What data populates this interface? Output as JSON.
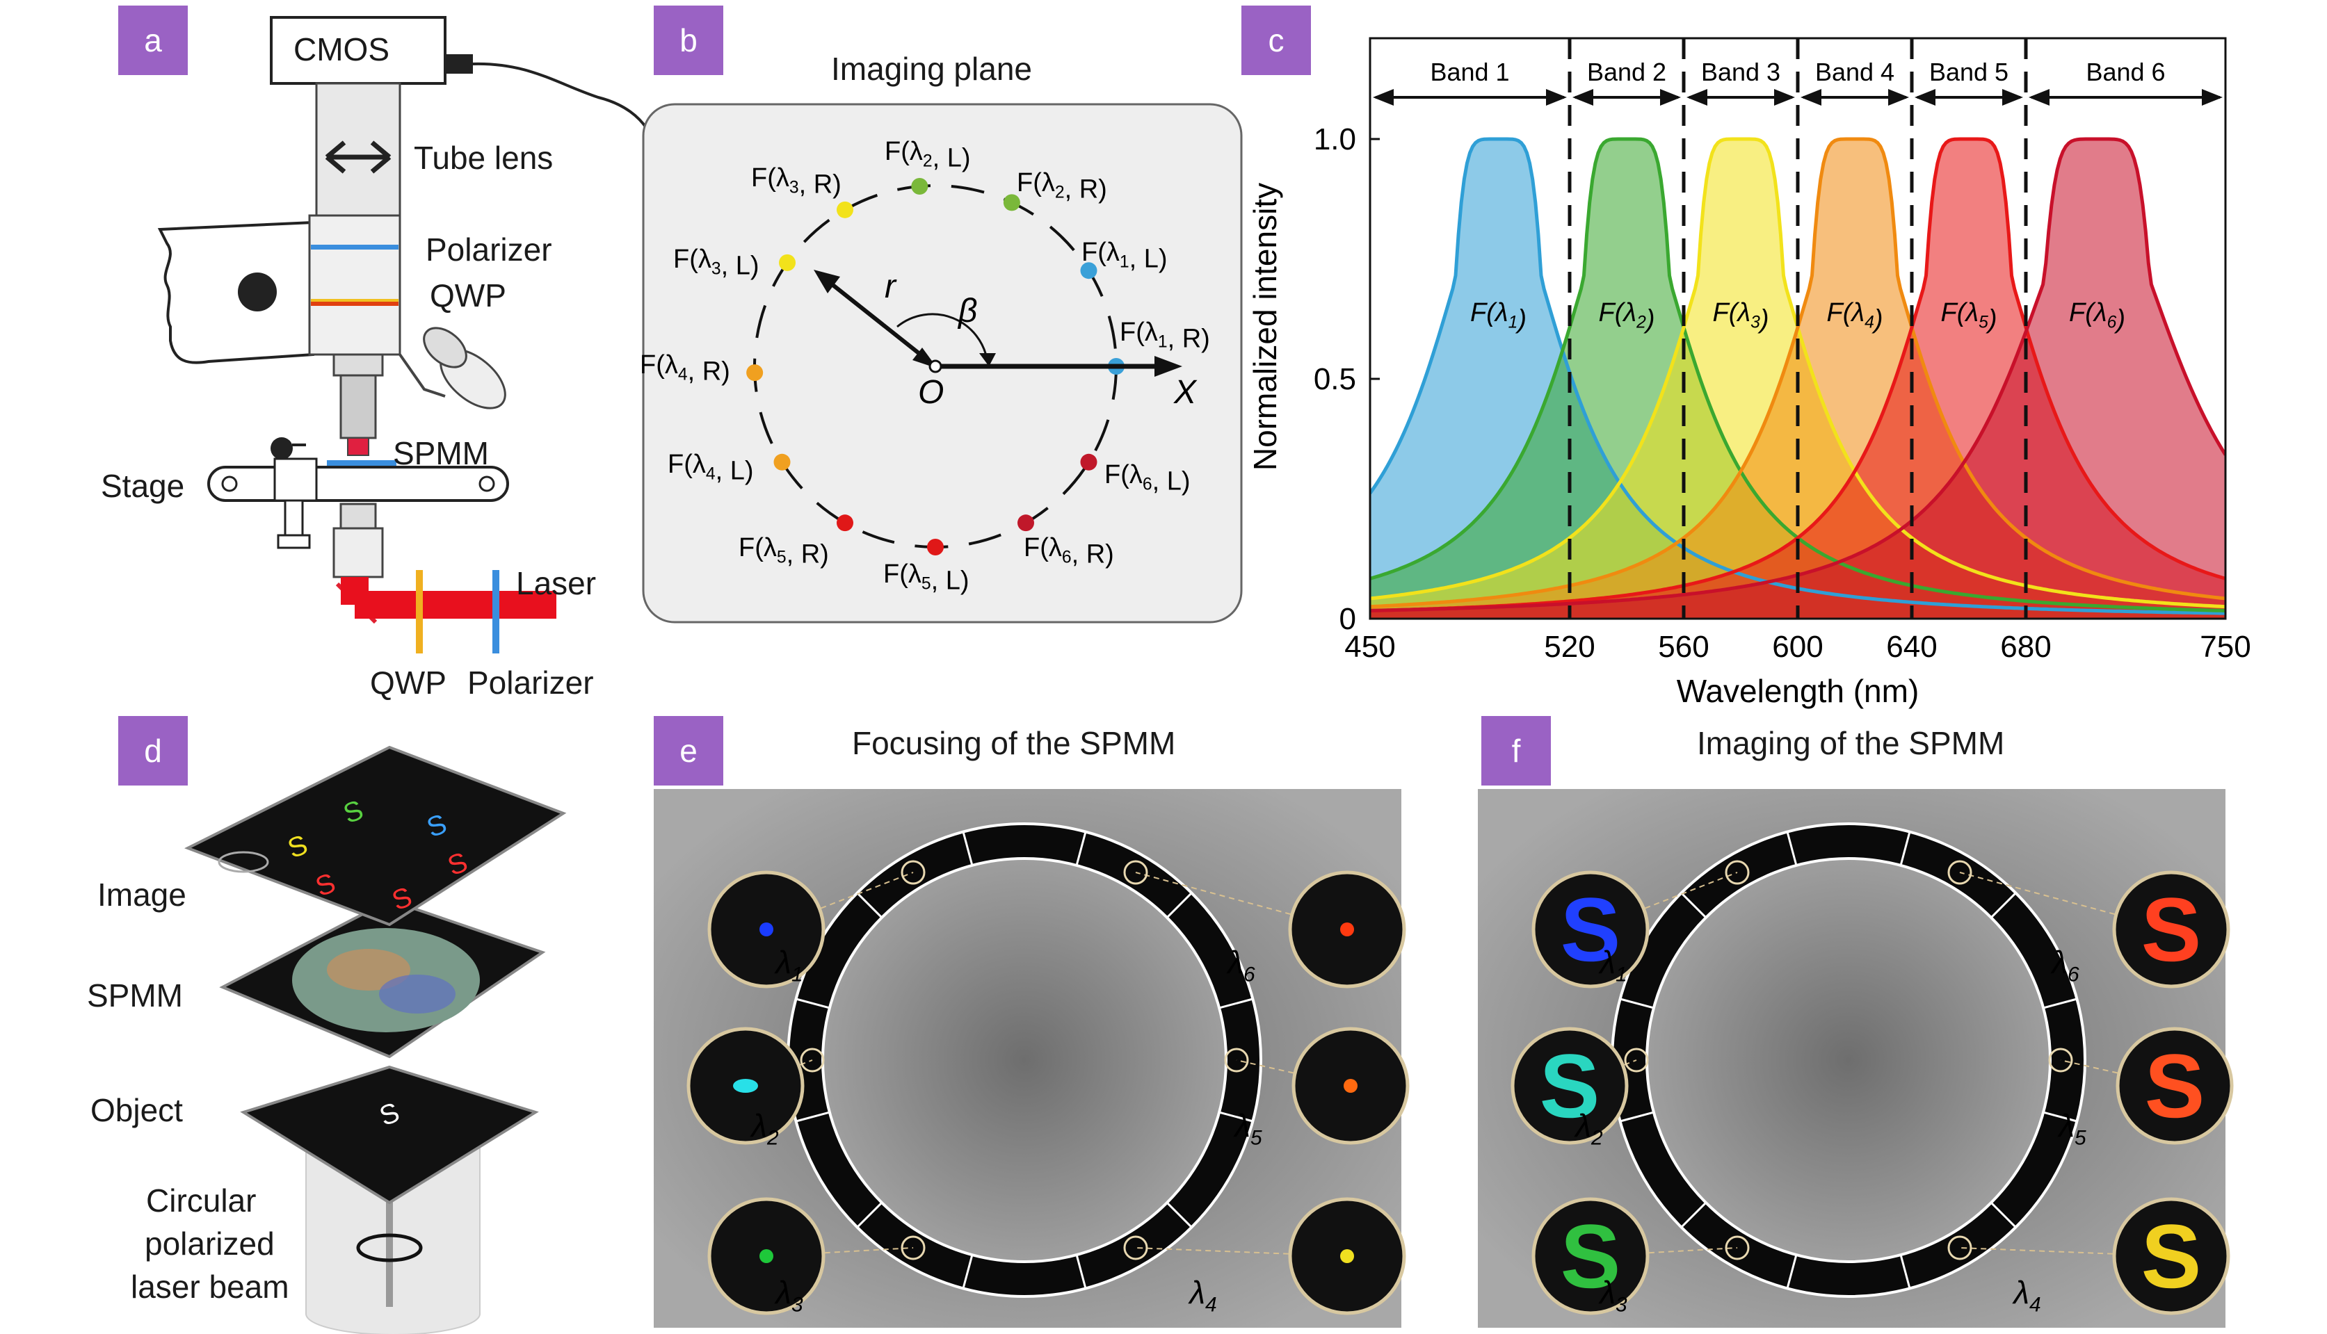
{
  "panels": {
    "a": "a",
    "b": "b",
    "c": "c",
    "d": "d",
    "e": "e",
    "f": "f"
  },
  "setup": {
    "cmos": "CMOS",
    "tube_lens": "Tube lens",
    "polarizer_top": "Polarizer",
    "qwp_top": "QWP",
    "spmm": "SPMM",
    "stage": "Stage",
    "laser": "Laser",
    "qwp_bottom": "QWP",
    "polarizer_bottom": "Polarizer"
  },
  "imaging_plane": {
    "title": "Imaging plane",
    "r_label": "r",
    "beta_label": "β",
    "origin_label": "O",
    "x_label": "X",
    "foci": [
      {
        "label": "F(λ2, L)",
        "color": "#7ab83a"
      },
      {
        "label": "F(λ2, R)",
        "color": "#7ab83a"
      },
      {
        "label": "F(λ3, R)",
        "color": "#f2e21b"
      },
      {
        "label": "F(λ1, L)",
        "color": "#3aa0d8"
      },
      {
        "label": "F(λ3, L)",
        "color": "#f2e21b"
      },
      {
        "label": "F(λ1, R)",
        "color": "#3aa0d8"
      },
      {
        "label": "F(λ4, R)",
        "color": "#f0a020"
      },
      {
        "label": "F(λ4, L)",
        "color": "#f0a020"
      },
      {
        "label": "F(λ6, L)",
        "color": "#c0182a"
      },
      {
        "label": "F(λ5, R)",
        "color": "#e01818"
      },
      {
        "label": "F(λ6, R)",
        "color": "#c0182a"
      },
      {
        "label": "F(λ5, L)",
        "color": "#e01818"
      }
    ]
  },
  "chart_data": {
    "type": "area",
    "xlabel": "Wavelength (nm)",
    "ylabel": "Normalized intensity",
    "xlim": [
      450,
      750
    ],
    "ylim": [
      0,
      1.0
    ],
    "x_ticks": [
      "450",
      "520",
      "560",
      "600",
      "640",
      "680",
      "750"
    ],
    "y_ticks": [
      "0",
      "0.5",
      "1.0"
    ],
    "bands": [
      {
        "name": "Band 1",
        "range": [
          450,
          520
        ]
      },
      {
        "name": "Band 2",
        "range": [
          520,
          560
        ]
      },
      {
        "name": "Band 3",
        "range": [
          560,
          600
        ]
      },
      {
        "name": "Band 4",
        "range": [
          600,
          640
        ]
      },
      {
        "name": "Band 5",
        "range": [
          640,
          680
        ]
      },
      {
        "name": "Band 6",
        "range": [
          680,
          750
        ]
      }
    ],
    "band_boundaries": [
      520,
      560,
      600,
      640,
      680
    ],
    "series": [
      {
        "name": "F(λ1)",
        "center": 495,
        "peak_width": 18,
        "color": "#2f9fd6"
      },
      {
        "name": "F(λ2)",
        "center": 540,
        "peak_width": 18,
        "color": "#3aa830"
      },
      {
        "name": "F(λ3)",
        "center": 580,
        "peak_width": 18,
        "color": "#f2e21b"
      },
      {
        "name": "F(λ4)",
        "center": 620,
        "peak_width": 18,
        "color": "#f08a10"
      },
      {
        "name": "F(λ5)",
        "center": 660,
        "peak_width": 18,
        "color": "#e81818"
      },
      {
        "name": "F(λ6)",
        "center": 705,
        "peak_width": 22,
        "color": "#c8102a"
      }
    ]
  },
  "layers": {
    "image": "Image",
    "spmm": "SPMM",
    "object": "Object",
    "beam_1": "Circular",
    "beam_2": "polarized",
    "beam_3": "laser beam"
  },
  "focusing": {
    "title": "Focusing of the SPMM",
    "lambdas": [
      "λ1",
      "λ2",
      "λ3",
      "λ4",
      "λ5",
      "λ6"
    ],
    "spot_colors": [
      "#1a3cff",
      "#28e0e8",
      "#1ec83a",
      "#f0e020",
      "#ff6a10",
      "#ff3a10"
    ]
  },
  "imaging": {
    "title": "Imaging of the SPMM",
    "lambdas": [
      "λ1",
      "λ2",
      "λ3",
      "λ4",
      "λ5",
      "λ6"
    ],
    "letter": "S",
    "letter_colors": [
      "#2040ff",
      "#2ad6c0",
      "#30c040",
      "#f0d020",
      "#ff5020",
      "#ff4020"
    ]
  }
}
